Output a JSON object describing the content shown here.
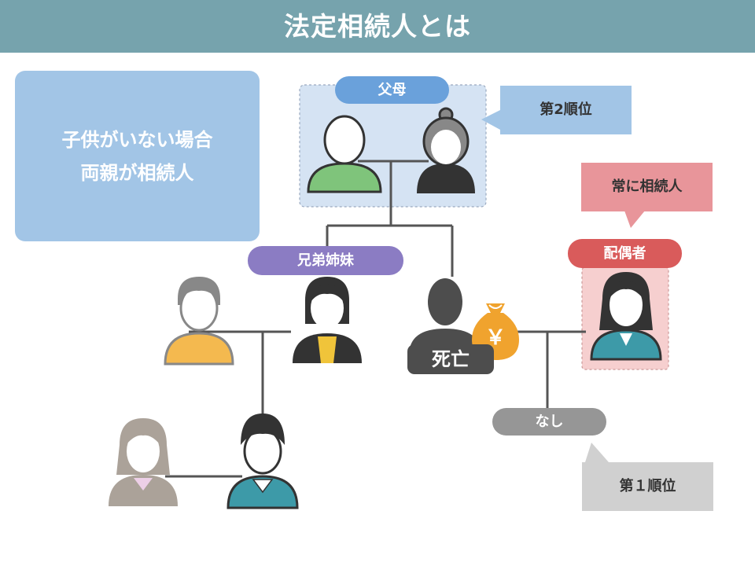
{
  "header": {
    "title": "法定相続人とは"
  },
  "info": {
    "line1": "子供がいない場合",
    "line2": "両親が相続人"
  },
  "labels": {
    "parents": "父母",
    "siblings": "兄弟姉妹",
    "spouse": "配偶者",
    "none": "なし",
    "deceased": "死亡",
    "yen": "￥"
  },
  "callouts": {
    "second_rank": "第2順位",
    "always_heir": "常に相続人",
    "first_rank": "第１順位"
  },
  "colors": {
    "header": "#76a3ad",
    "info_box": "#a2c5e6",
    "parents_pill": "#6aa1db",
    "siblings_pill": "#8b7cc3",
    "spouse_pill": "#d95b5b",
    "none_pill": "#969696",
    "second_rank_callout": "#a2c5e6",
    "always_heir_callout": "#e8959a",
    "first_rank_callout": "#d0d0d0",
    "money_bag": "#f0a32e"
  }
}
